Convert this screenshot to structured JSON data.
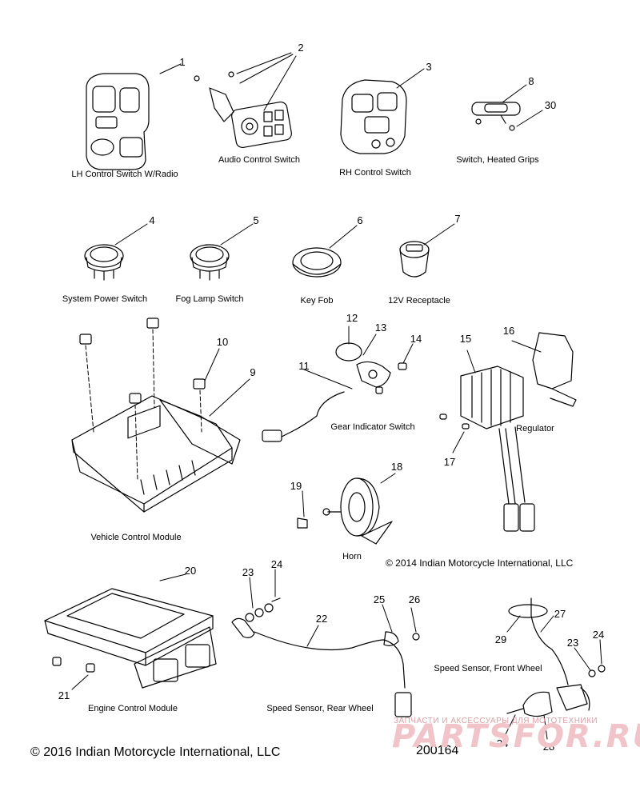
{
  "callouts": [
    "1",
    "2",
    "3",
    "8",
    "30",
    "4",
    "5",
    "6",
    "7",
    "12",
    "13",
    "14",
    "15",
    "16",
    "10",
    "9",
    "11",
    "17",
    "18",
    "19",
    "20",
    "23",
    "24",
    "25",
    "26",
    "22",
    "27",
    "29",
    "23",
    "24",
    "21",
    "24",
    "28"
  ],
  "parts": {
    "lh_control_switch": "LH Control Switch W/Radio",
    "audio_control_switch": "Audio Control Switch",
    "rh_control_switch": "RH Control Switch",
    "switch_heated_grips": "Switch, Heated Grips",
    "system_power_switch": "System Power Switch",
    "fog_lamp_switch": "Fog Lamp Switch",
    "key_fob": "Key Fob",
    "receptacle_12v": "12V Receptacle",
    "gear_indicator_switch": "Gear Indicator Switch",
    "regulator": "Regulator",
    "vehicle_control_module": "Vehicle Control Module",
    "horn": "Horn",
    "engine_control_module": "Engine Control Module",
    "speed_sensor_rear": "Speed Sensor, Rear Wheel",
    "speed_sensor_front": "Speed Sensor, Front Wheel"
  },
  "copyright_2014": "© 2014 Indian Motorcycle International, LLC",
  "footer": {
    "copyright_2016": "© 2016 Indian Motorcycle International, LLC",
    "diagram_number": "200164"
  },
  "watermark": {
    "tagline": "ЗАПЧАСТИ И АКСЕССУАРЫ ДЛЯ МОТОТЕХНИКИ",
    "brand": "PARTSFOR.RU"
  }
}
